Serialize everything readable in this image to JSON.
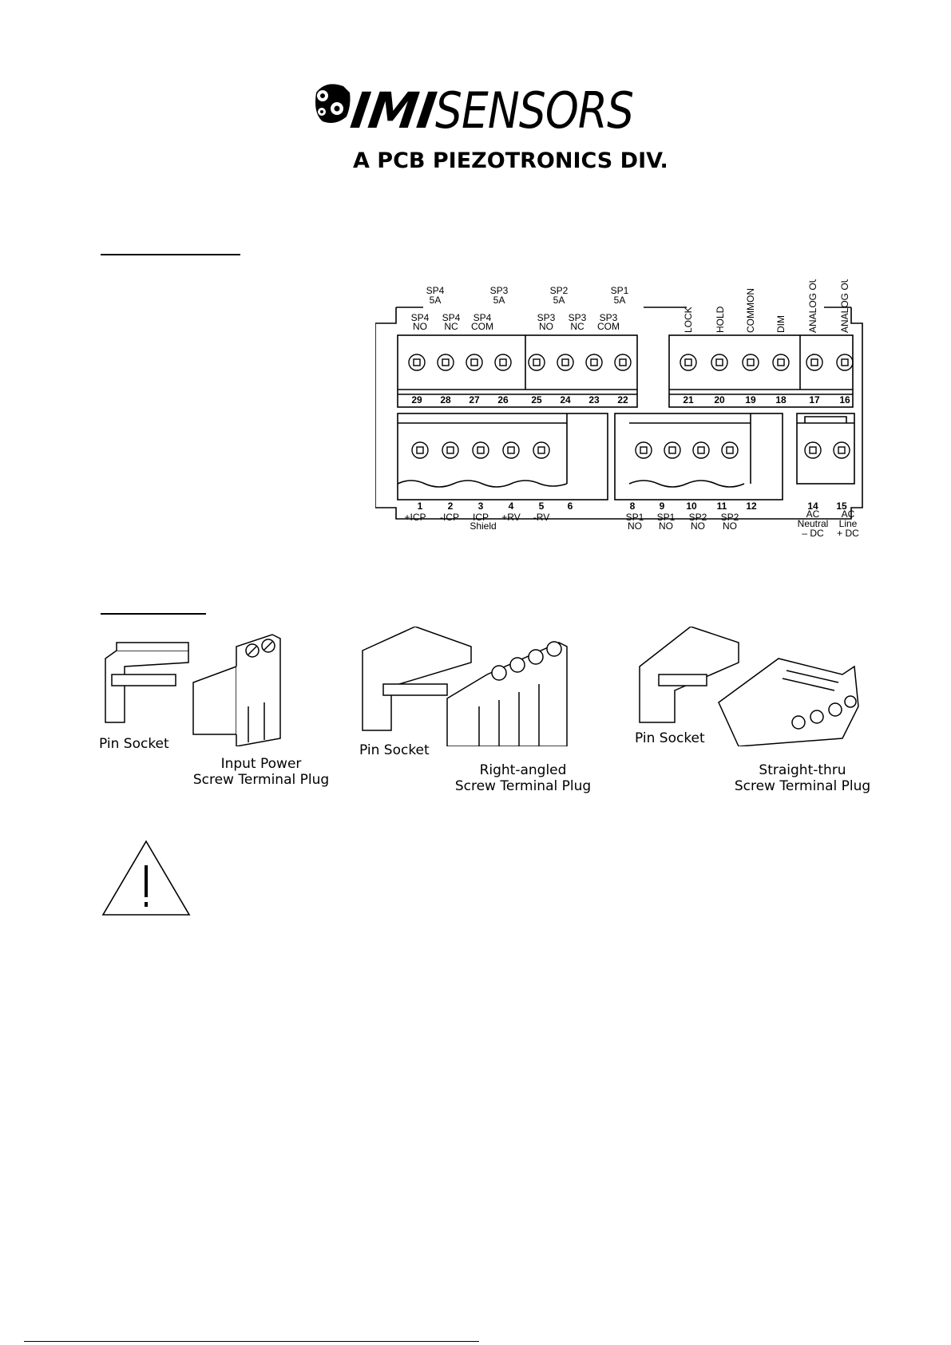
{
  "logo": {
    "brand_imi": "IMI",
    "brand_sensors": "SENSORS",
    "division": "A PCB PIEZOTRONICS DIV."
  },
  "terminals": {
    "top_group_labels": [
      {
        "line1": "SP4",
        "line2": "5A"
      },
      {
        "line1": "SP3",
        "line2": "5A"
      },
      {
        "line1": "SP2",
        "line2": "5A"
      },
      {
        "line1": "SP1",
        "line2": "5A"
      }
    ],
    "top_left_pin_labels": [
      {
        "line1": "SP4",
        "line2": "NO"
      },
      {
        "line1": "SP4",
        "line2": "NC"
      },
      {
        "line1": "SP4",
        "line2": "COM"
      },
      {
        "line1": "SP3",
        "line2": "NO"
      },
      {
        "line1": "SP3",
        "line2": "NC"
      },
      {
        "line1": "SP3",
        "line2": "COM"
      }
    ],
    "top_right_vertical_labels": [
      "LOCK",
      "HOLD",
      "COMMON",
      "DIM",
      "ANALOG OUTPUT -",
      "ANALOG OUTPUT +"
    ],
    "top_numbers_left": [
      "29",
      "28",
      "27",
      "26",
      "25",
      "24",
      "23",
      "22"
    ],
    "top_numbers_right": [
      "21",
      "20",
      "19",
      "18",
      "17",
      "16"
    ],
    "bottom_numbers_left": [
      "1",
      "2",
      "3",
      "4",
      "5",
      "6"
    ],
    "bottom_numbers_mid": [
      "8",
      "9",
      "10",
      "11",
      "12"
    ],
    "bottom_numbers_right": [
      "14",
      "15"
    ],
    "bottom_labels_left": [
      {
        "line1": "+ICP",
        "line2": ""
      },
      {
        "line1": "-ICP",
        "line2": ""
      },
      {
        "line1": "ICP",
        "line2": "Shield"
      },
      {
        "line1": "+RV",
        "line2": ""
      },
      {
        "line1": "-RV",
        "line2": ""
      }
    ],
    "bottom_labels_mid": [
      {
        "line1": "SP1",
        "line2": "NO"
      },
      {
        "line1": "SP1",
        "line2": "NO"
      },
      {
        "line1": "SP2",
        "line2": "NO"
      },
      {
        "line1": "SP2",
        "line2": "NO"
      }
    ],
    "bottom_labels_right": [
      {
        "line1": "AC",
        "line2": "Neutral",
        "line3": "– DC"
      },
      {
        "line1": "AC",
        "line2": "Line",
        "line3": "+ DC"
      }
    ]
  },
  "connectors": [
    {
      "socket_label": "Pin Socket",
      "plug_line1": "Input Power",
      "plug_line2": "Screw Terminal Plug"
    },
    {
      "socket_label": "Pin Socket",
      "plug_line1": "Right-angled",
      "plug_line2": "Screw Terminal Plug"
    },
    {
      "socket_label": "Pin Socket",
      "plug_line1": "Straight-thru",
      "plug_line2": "Screw Terminal Plug"
    }
  ]
}
